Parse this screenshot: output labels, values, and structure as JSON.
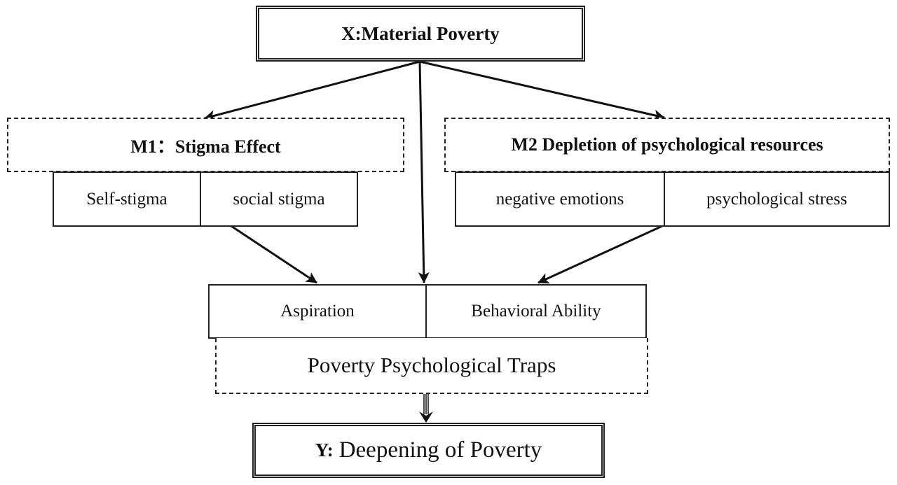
{
  "x_node": {
    "label": "X:Material Poverty"
  },
  "m1": {
    "label": "M1：Stigma Effect",
    "items": [
      "Self-stigma",
      "social stigma"
    ]
  },
  "m2": {
    "label": "M2 Depletion of psychological resources",
    "items": [
      "negative emotions",
      "psychological stress"
    ]
  },
  "trap": {
    "items": [
      "Aspiration",
      "Behavioral Ability"
    ],
    "label": "Poverty Psychological Traps"
  },
  "y_node": {
    "prefix": "Y:",
    "label": "Deepening of Poverty"
  }
}
